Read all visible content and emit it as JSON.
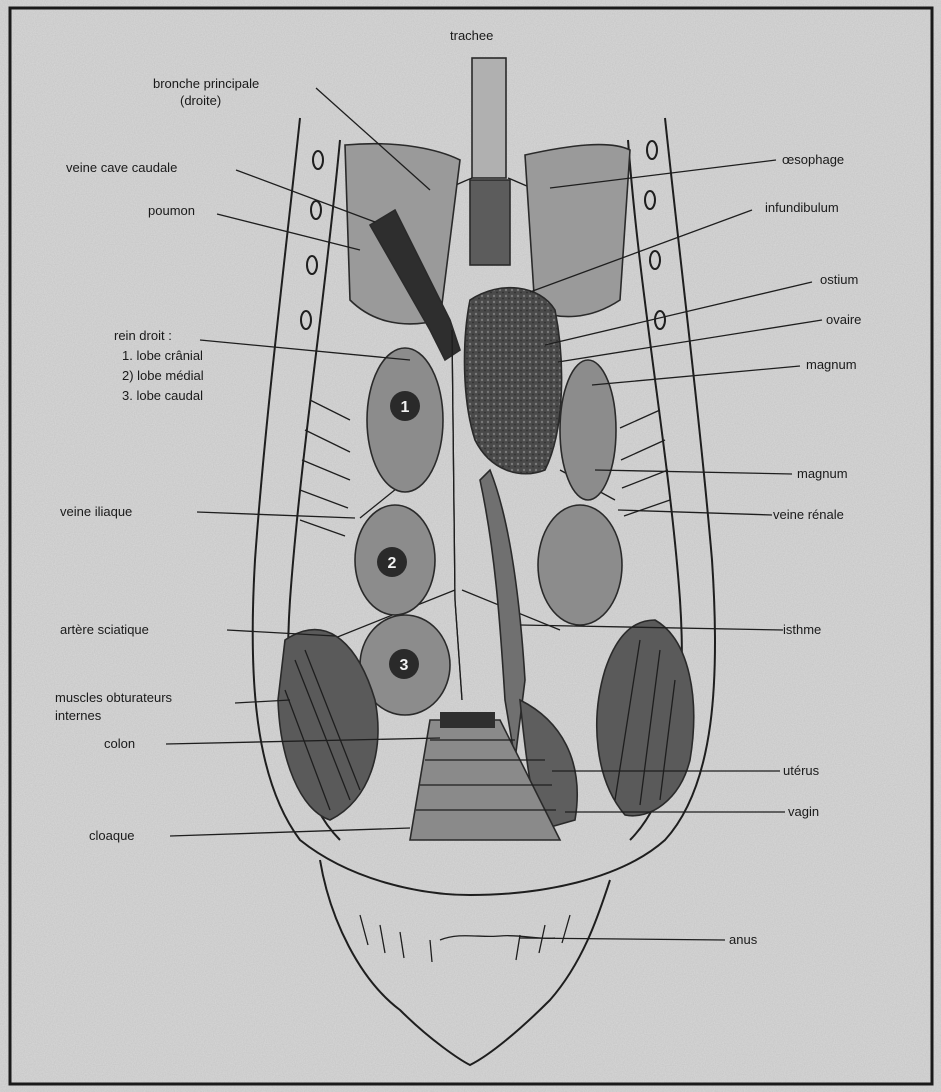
{
  "labels": {
    "trachee": "trachee",
    "bronche": "bronche principale",
    "bronche2": "(droite)",
    "veine_cave": "veine cave caudale",
    "poumon": "poumon",
    "rein_title": "rein droit :",
    "lobe1": "1. lobe crânial",
    "lobe2": "2) lobe médial",
    "lobe3": "3. lobe caudal",
    "veine_iliaque": "veine iliaque",
    "artere": "artère sciatique",
    "muscles1": "muscles obturateurs",
    "muscles2": "internes",
    "colon": "colon",
    "cloaque": "cloaque",
    "oesophage": "œsophage",
    "infundibulum": "infundibulum",
    "ostium": "ostium",
    "ovaire": "ovaire",
    "magnum1": "magnum",
    "magnum2": "magnum",
    "veine_renale": "veine rénale",
    "isthme": "isthme",
    "uterus": "utérus",
    "vagin": "vagin",
    "anus": "anus"
  },
  "lobe_numbers": [
    "1",
    "2",
    "3"
  ],
  "colors": {
    "paper": "#d9d9d9",
    "ink": "#1e1e1e",
    "dark": "#3a3a3a",
    "mid": "#6a6a6a"
  }
}
